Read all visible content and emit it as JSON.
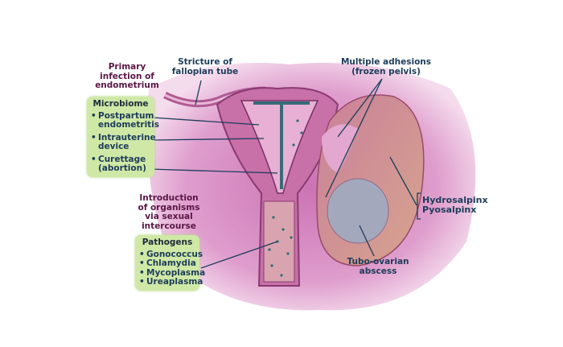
{
  "labels": {
    "primary_infection": [
      "Primary",
      "infection of",
      "endometrium"
    ],
    "stricture": [
      "Stricture of",
      "fallopian tube"
    ],
    "adhesions": [
      "Multiple adhesions",
      "(frozen pelvis)"
    ],
    "introduction": [
      "Introduction",
      "of organisms",
      "via sexual",
      "intercourse"
    ],
    "hydrosalpinx": [
      "Hydrosalpinx",
      "Pyosalpinx"
    ],
    "abscess": [
      "Tubo-ovarian",
      "abscess"
    ]
  },
  "microbiome_box": {
    "title": "Microbiome",
    "items": [
      {
        "l1": "Postpartum",
        "l2": "endometritis"
      },
      {
        "l1": "Intrauterine",
        "l2": "device"
      },
      {
        "l1": "Curettage",
        "l2": "(abortion)"
      }
    ]
  },
  "pathogens_box": {
    "title": "Pathogens",
    "items": [
      "Gonococcus",
      "Chlamydia",
      "Mycoplasma",
      "Ureaplasma"
    ]
  },
  "colors": {
    "label_purple": "#5a1646",
    "label_blue": "#1d3c5a",
    "box_green": "#cfe8a6",
    "tissue_pink": "#d98cc4"
  }
}
